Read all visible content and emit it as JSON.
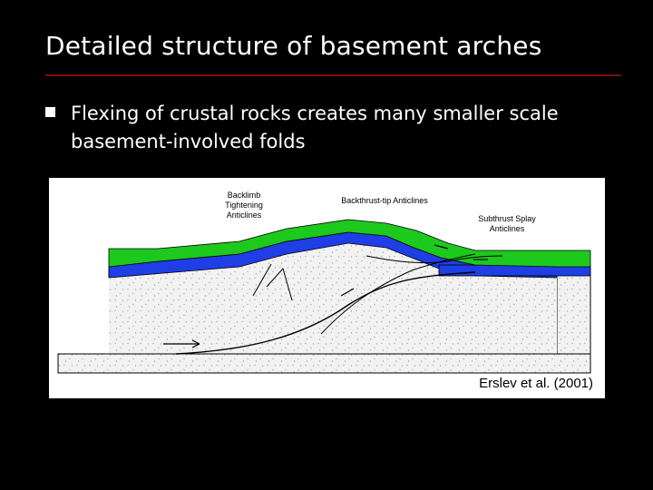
{
  "slide": {
    "title": "Detailed structure of basement arches",
    "bullet": "Flexing of crustal rocks creates many smaller scale basement-involved folds"
  },
  "figure": {
    "labels": {
      "backlimb": "Backlimb Tightening Anticlines",
      "backthrust": "Backthrust-tip Anticlines",
      "subthrust": "Subthrust Splay Anticlines"
    },
    "credit": "Erslev et al. (2001)"
  },
  "colors": {
    "background": "#000000",
    "title_rule": "#7a0f0f",
    "green_layer": "#1dc91d",
    "blue_layer": "#1f3ee6",
    "basement": "#f2f2f2"
  }
}
